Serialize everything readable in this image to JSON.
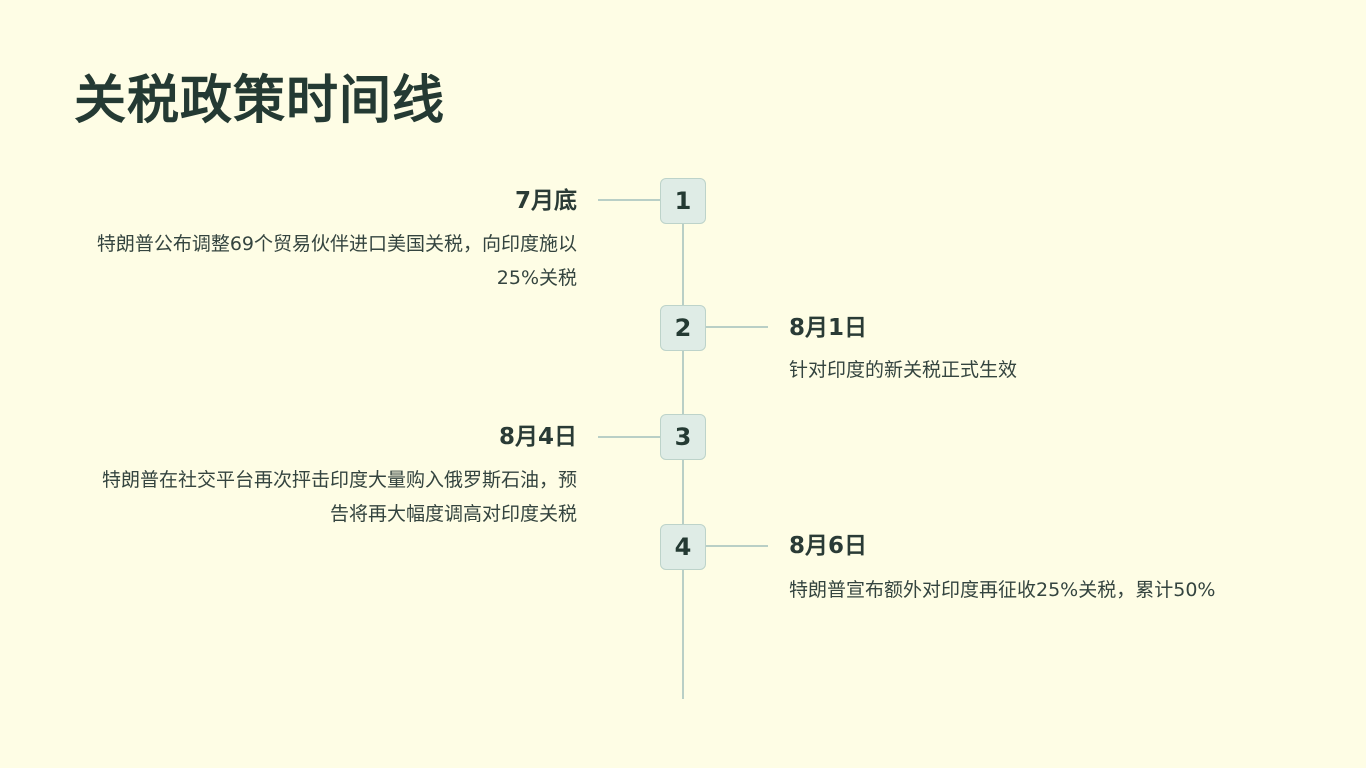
{
  "title": "关税政策时间线",
  "events": [
    {
      "step": "1",
      "date": "7月底",
      "description": "特朗普公布调整69个贸易伙伴进口美国关税，向印度施以25%关税"
    },
    {
      "step": "2",
      "date": "8月1日",
      "description": "针对印度的新关税正式生效"
    },
    {
      "step": "3",
      "date": "8月4日",
      "description": "特朗普在社交平台再次抨击印度大量购入俄罗斯石油，预告将再大幅度调高对印度关税"
    },
    {
      "step": "4",
      "date": "8月6日",
      "description": "特朗普宣布额外对印度再征收25%关税，累计50%"
    }
  ],
  "colors": {
    "background": "#fefde5",
    "marker_fill": "#dfece6",
    "line": "#b9cfc6",
    "text_dark": "#243a33"
  }
}
